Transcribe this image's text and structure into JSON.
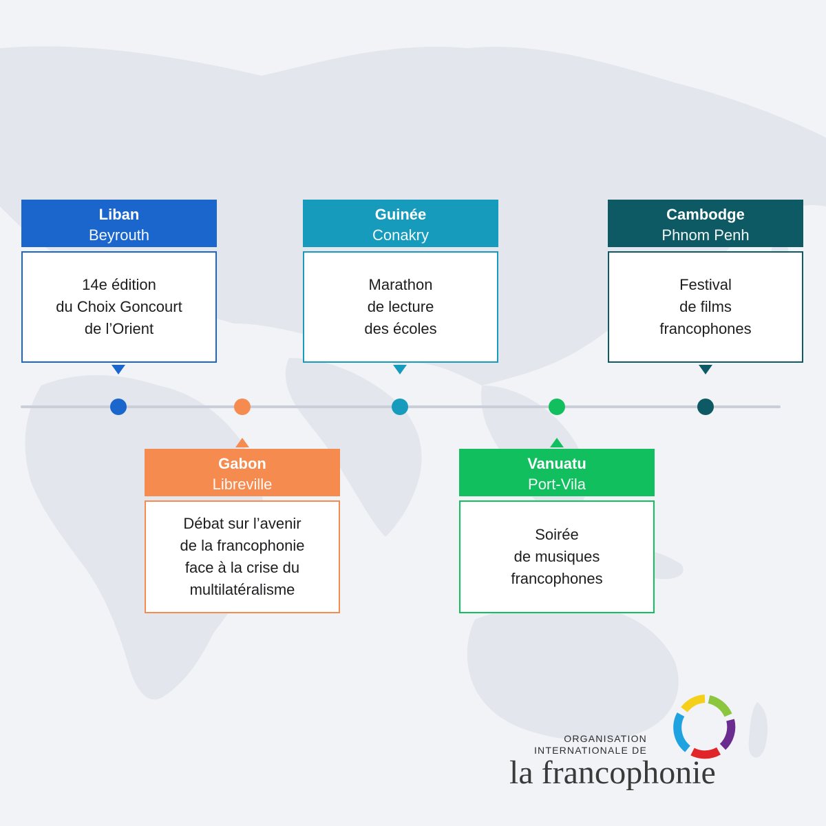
{
  "events": [
    {
      "country": "Liban",
      "city": "Beyrouth",
      "lines": [
        "14e édition",
        "du Choix Goncourt",
        "de l’Orient"
      ],
      "color": "#1a66cc",
      "position": "above"
    },
    {
      "country": "Gabon",
      "city": "Libreville",
      "lines": [
        "Débat sur l’avenir",
        "de la francophonie",
        "face à la crise du",
        "multilatéralisme"
      ],
      "color": "#f68b4f",
      "position": "below"
    },
    {
      "country": "Guinée",
      "city": "Conakry",
      "lines": [
        "Marathon",
        "de lecture",
        "des écoles"
      ],
      "color": "#169bbc",
      "position": "above"
    },
    {
      "country": "Vanuatu",
      "city": "Port-Vila",
      "lines": [
        "Soirée",
        "de musiques",
        "francophones"
      ],
      "color": "#12bf5f",
      "position": "below"
    },
    {
      "country": "Cambodge",
      "city": "Phnom Penh",
      "lines": [
        "Festival",
        "de films",
        "francophones"
      ],
      "color": "#0d5a64",
      "position": "above"
    }
  ],
  "timeline": {
    "line_color": "#c9ced8"
  },
  "logo": {
    "org_line1": "ORGANISATION",
    "org_line2": "INTERNATIONALE DE",
    "name": "la francophonie",
    "ring_colors": [
      "#f5d01a",
      "#8cc63f",
      "#6a2c8f",
      "#e0262b",
      "#1ea3e0"
    ]
  },
  "background": {
    "color": "#f1f3f7",
    "map_color": "#e3e6ec"
  }
}
